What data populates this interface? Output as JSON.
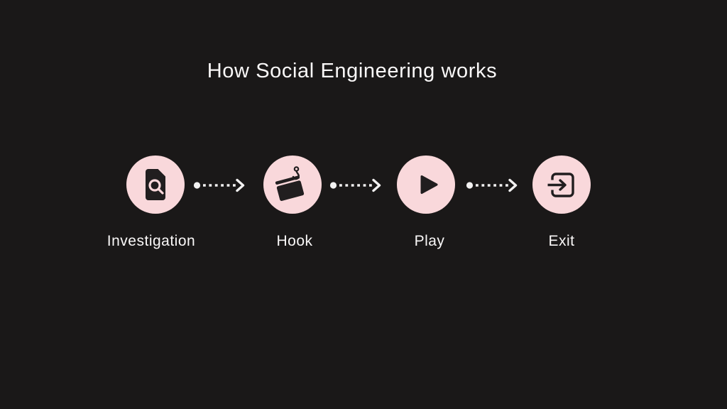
{
  "slide": {
    "title": "How Social Engineering works",
    "steps": [
      {
        "label": "Investigation",
        "icon": "document-search-icon"
      },
      {
        "label": "Hook",
        "icon": "fishing-hook-window-icon"
      },
      {
        "label": "Play",
        "icon": "play-icon"
      },
      {
        "label": "Exit",
        "icon": "exit-arrow-icon"
      }
    ],
    "connector_style": "dotted-arrow",
    "colors": {
      "background": "#1a1818",
      "circle-fill": "#f9d8db",
      "icon-ink": "#211e1f",
      "text": "#faf8f8",
      "arrow": "#f2f1f1"
    }
  }
}
